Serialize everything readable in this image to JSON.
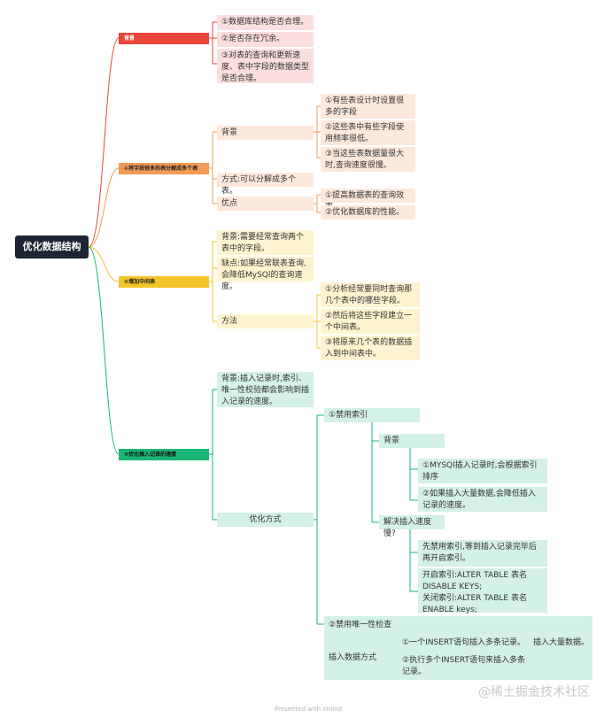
{
  "root": "优化数据结构",
  "b1": {
    "label": "背景",
    "items": [
      "①数据库结构是否合理。",
      "②是否存在冗余。",
      "③对表的查询和更新速度、表中字段的数据类型是否合理。"
    ]
  },
  "b2": {
    "label": "①将字段很多的表分解成多个表",
    "bg_label": "背景",
    "bg_items": [
      "①有些表设计时设置很多的字段",
      "②这些表中有些字段使用频率很低。",
      "③当这些表数据量很大时,查询速度很慢。"
    ],
    "method": "方式:可以分解成多个表。",
    "adv_label": "优点",
    "adv_items": [
      "①提高数据表的查询效率。",
      "②优化数据库的性能。"
    ]
  },
  "b3": {
    "label": "②增加中间表",
    "bg": "背景:需要经常查询两个表中的字段。",
    "cons": "缺点:如果经常联表查询,会降低MySQl的查询速度。",
    "method_label": "方法",
    "method_items": [
      "①分析经常要同时查询那几个表中的哪些字段。",
      "②然后将这些字段建立一个中间表。",
      "③将原来几个表的数据插入到中间表中。"
    ]
  },
  "b4": {
    "label": "③优化插入记录的速度",
    "bg": "背景:插入记录时,索引、唯一性校验都会影响到插入记录的速度。",
    "opt_label": "优化方式",
    "disable_index": "①禁用索引",
    "di_bg_label": "背景",
    "di_bg_items": [
      "①MYSQl插入记录时,会根据索引排序",
      "②如果插入大量数据,会降低插入记录的速度。"
    ],
    "slow_label": "解决插入速度慢?",
    "slow_items": [
      "先禁用索引,等到插入记录完毕后再开启索引。",
      "开启索引:ALTER TABLE 表名 DISABLE KEYS;\n关闭索引:ALTER TABLE 表名 ENABLE keys;"
    ],
    "disable_unique": "②禁用唯一性检查",
    "insert_method": "插入数据方式",
    "insert_items": [
      "①一个INSERT语句插入多条记录。",
      "②执行多个INSERT语句来插入多条记录。"
    ],
    "insert_note": "插入大量数据。"
  },
  "watermark": "@稀土掘金技术社区",
  "footer": "Presented with xmind",
  "colors": {
    "root": "#1d2433",
    "red": "#e8463a",
    "orange": "#f29b55",
    "yellow": "#f2c52b",
    "green": "#1bb674"
  }
}
